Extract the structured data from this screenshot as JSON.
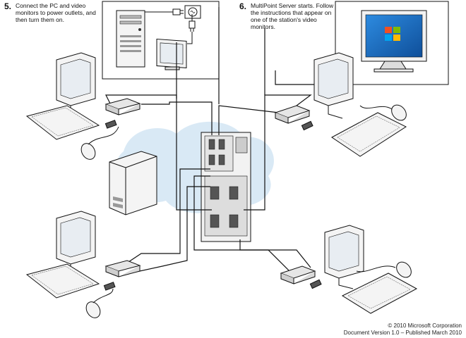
{
  "steps": [
    {
      "number": "5.",
      "text": [
        "Connect the PC and video",
        "monitors to power outlets, and",
        "then turn them on."
      ]
    },
    {
      "number": "6.",
      "text": [
        "MultiPoint Server starts. Follow",
        "the instructions that appear on",
        "one of the station's video",
        "monitors."
      ]
    }
  ],
  "footer": {
    "copyright": "© 2010 Microsoft Corporation",
    "version": "Document Version 1.0 – Published March 2010"
  },
  "colors": {
    "line": "#111111",
    "device_fill": "#f2f2f2",
    "device_shade": "#c8c8c8",
    "screen_light": "#e8edf2",
    "desktop_blue": "#1f6fc4",
    "cloud": "#cfe3f2"
  },
  "icons": [
    "monitor-icon",
    "keyboard-icon",
    "mouse-icon",
    "usb-hub-icon",
    "pc-tower-icon",
    "power-outlet-icon",
    "power-plug-icon"
  ]
}
